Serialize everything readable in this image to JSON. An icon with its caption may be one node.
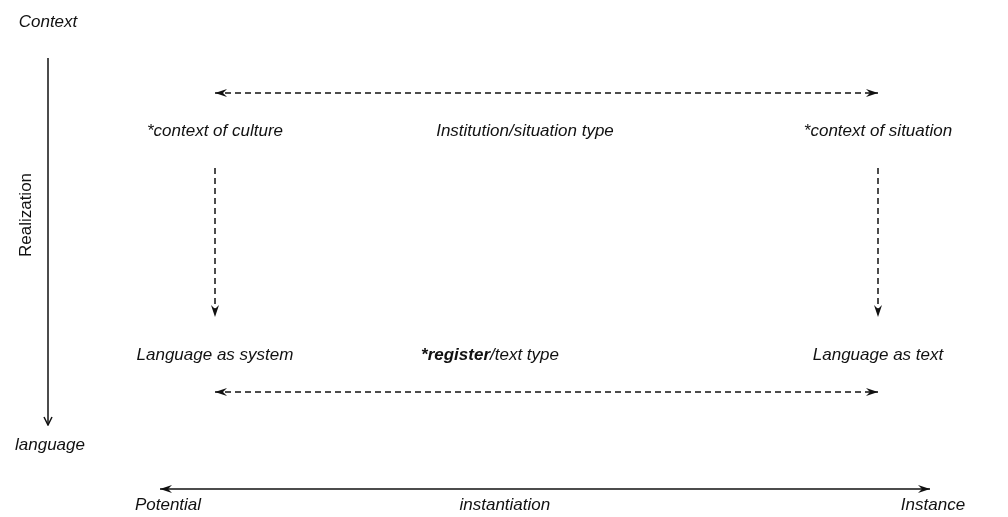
{
  "diagram": {
    "nodes": [
      {
        "text": [
          "*context of culture"
        ]
      },
      {
        "text": [
          "Institution/situation type"
        ]
      },
      {
        "text": [
          "*context of situation"
        ]
      },
      {
        "text": [
          "Language as system"
        ]
      },
      {
        "text": [
          "***register**/text type"
        ]
      },
      {
        "text": [
          "Language as text"
        ]
      },
      {
        "text": [
          "Context"
        ]
      },
      {
        "text": [
          "language"
        ]
      },
      {
        "text": [
          "Potential"
        ]
      },
      {
        "text": [
          "Instance"
        ]
      }
    ],
    "edges": [
      {
        "from": 0,
        "to": 2,
        "arrow": "both",
        "style": "dashed"
      },
      {
        "from": 0,
        "to": 3,
        "arrow": "to",
        "style": "dashed"
      },
      {
        "from": 2,
        "to": 5,
        "arrow": "to",
        "style": "dashed"
      },
      {
        "from": 3,
        "to": 5,
        "arrow": "both",
        "style": "dashed"
      },
      {
        "from": 6,
        "to": 7,
        "arrow": "to",
        "label": "Realization"
      },
      {
        "from": 8,
        "to": 9,
        "arrow": "both",
        "label": "instantiation"
      }
    ]
  }
}
